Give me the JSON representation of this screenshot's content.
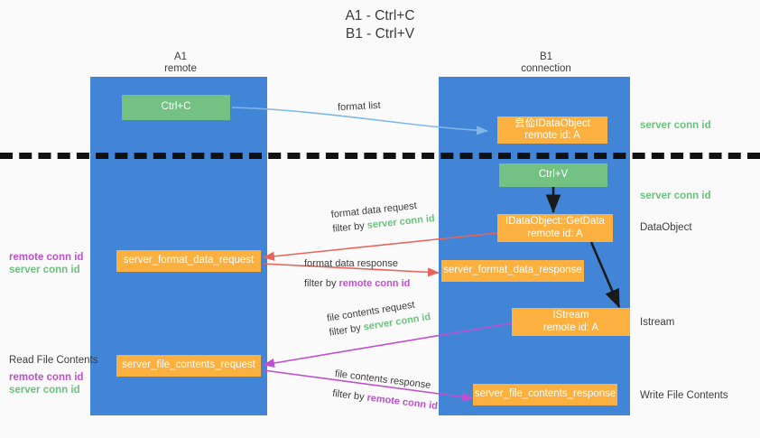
{
  "title": "A1 - Ctrl+C\nB1 - Ctrl+V",
  "lanes": [
    {
      "name": "lane-a1",
      "label": "A1\nremote"
    },
    {
      "name": "lane-b1",
      "label": "B1\nconnection"
    }
  ],
  "boxes": {
    "ctrl_c": "Ctrl+C",
    "data_object_top": "㿝佡IDataObject\nremote id: A",
    "ctrl_v": "Ctrl+V",
    "get_data": "IDataObject::GetData\nremote id: A",
    "server_format_data_request": "server_format_data_request",
    "server_format_data_response": "server_format_data_response",
    "istream": "IStream\nremote id: A",
    "server_file_contents_request": "server_file_contents_request",
    "server_file_contents_response": "server_file_contents_response"
  },
  "edge_labels": {
    "format_list": "format list",
    "format_data_request": "format data request",
    "format_data_request_filter_prefix": "filter by ",
    "format_data_request_filter_key": "server conn id",
    "format_data_response": "format data response",
    "format_data_response_filter_prefix": "filter by ",
    "format_data_response_filter_key": "remote conn id",
    "file_contents_request": "file contents request",
    "file_contents_request_filter_prefix": "filter by ",
    "file_contents_request_filter_key": "server conn id",
    "file_contents_response": "file contents response",
    "file_contents_response_filter_prefix": "filter by ",
    "file_contents_response_filter_key": "remote conn id"
  },
  "right_labels": {
    "server_conn_id_top": "server conn id",
    "server_conn_id_mid": "server conn id",
    "data_object": "DataObject",
    "istream": "Istream",
    "write_file_contents": "Write File Contents"
  },
  "left_labels": {
    "conn_ids_mid": "remote conn id\nserver conn id",
    "read_file_contents": "Read File Contents",
    "conn_ids_bottom": "remote conn id\nserver conn id"
  },
  "colors": {
    "lane": "#4285d6",
    "green_box": "#73c183",
    "orange_box": "#fbb040",
    "arrow_blue": "#7fb8e8",
    "arrow_red": "#e8645a",
    "arrow_magenta": "#c04fd0",
    "arrow_black": "#1a1a1a",
    "conn_green": "#6cc17d",
    "conn_magenta": "#c04fd0",
    "background": "#fafafa"
  }
}
